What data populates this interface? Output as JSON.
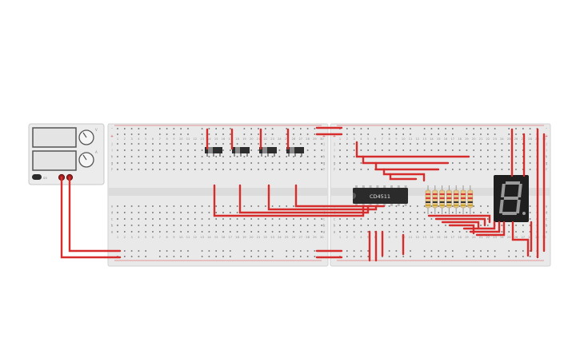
{
  "chip": {
    "label": "CD4511"
  },
  "power_supply": {
    "knob_labels": [
      "V",
      "A"
    ],
    "terminal_label": "on"
  },
  "breadboard": {
    "column_numbers": [
      "1",
      "2",
      "3",
      "4",
      "5",
      "6",
      "7",
      "8",
      "9",
      "10",
      "11",
      "12",
      "13",
      "14",
      "15",
      "16",
      "17",
      "18",
      "19",
      "20",
      "21",
      "22",
      "23",
      "24",
      "25",
      "26",
      "27",
      "28",
      "29",
      "30"
    ],
    "row_letters_top": [
      "j",
      "i",
      "h",
      "g",
      "f"
    ],
    "row_letters_bottom": [
      "e",
      "d",
      "c",
      "b",
      "a"
    ],
    "rail_plus": "+",
    "rail_minus": "-"
  },
  "colors": {
    "wire": "#d62c2c",
    "board": "#e9e9e9",
    "chip": "#2b2b2b",
    "display": "#1f1f1f",
    "segment": "#9a9a9a"
  },
  "icons": [
    "seven-segment-display-icon",
    "slide-switch-icon",
    "resistor-icon",
    "knob-icon"
  ]
}
